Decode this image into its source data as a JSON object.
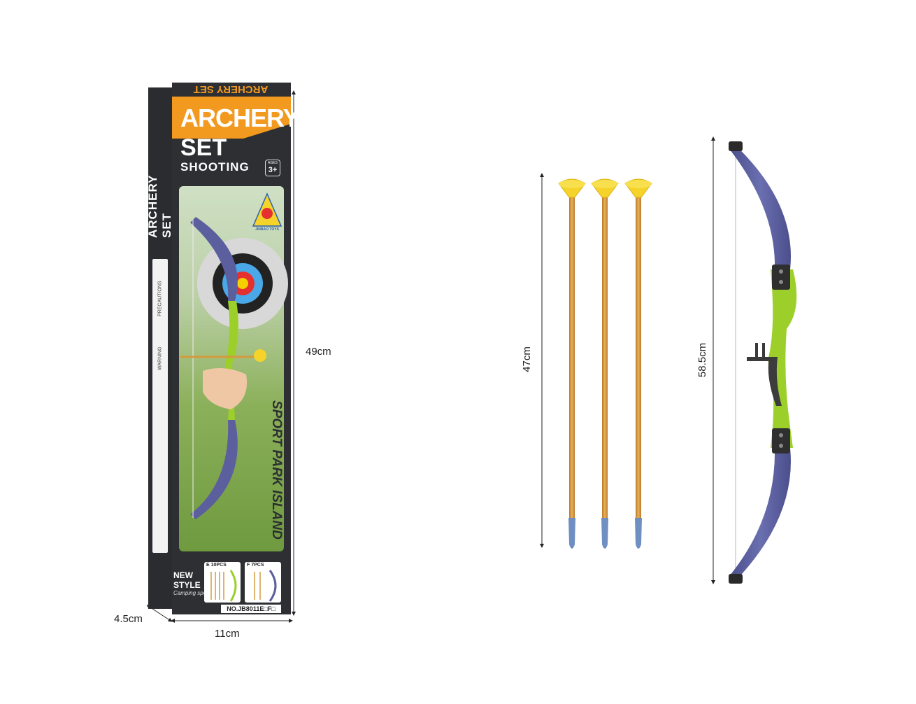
{
  "package": {
    "top_strip": "ARCHERY SET",
    "title_line1": "ARCHERY",
    "title_line2": "SET",
    "title_line3": "SHOOTING",
    "ages_label": "AGES",
    "ages_value": "3+",
    "brand": "JINBAO TOYS",
    "side_title": "ARCHERY SET",
    "side_warnings": [
      "WARNING",
      "PRECAUTIONS"
    ],
    "sport_text": "SPORT PARK ISLAND",
    "new_style": "NEW",
    "new_style_2": "STYLE",
    "subtitle": "Camping sports",
    "option_e": "E 10PCS",
    "option_f": "F 7PCS",
    "model_no": "NO.JB8011E□F□"
  },
  "dimensions": {
    "box_height": "49cm",
    "box_width": "11cm",
    "box_depth": "4.5cm",
    "arrow_length": "47cm",
    "bow_length": "58.5cm"
  },
  "colors": {
    "box_dark": "#2d2f33",
    "box_orange": "#f29a1f",
    "bow_limb": "#5b5f9e",
    "bow_riser": "#9ccf2a",
    "arrow_shaft": "#d49a3d",
    "suction_cup": "#f5d32a",
    "arrow_tip": "#6f8ec2"
  }
}
